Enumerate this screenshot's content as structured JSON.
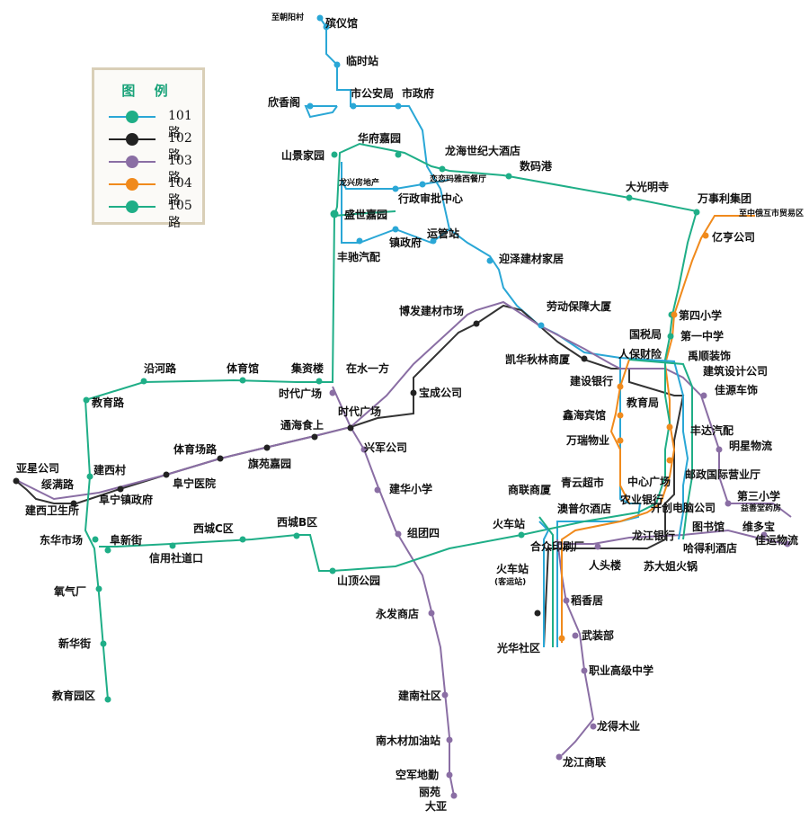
{
  "legend": {
    "title": "图 例",
    "routes": [
      {
        "name": "101路",
        "color": "#2aa7d6",
        "dot": "#1fae87"
      },
      {
        "name": "102路",
        "color": "#222222",
        "dot": "#222222"
      },
      {
        "name": "103路",
        "color": "#8a6ea4",
        "dot": "#8a6ea4"
      },
      {
        "name": "104路",
        "color": "#f08a1c",
        "dot": "#f08a1c"
      },
      {
        "name": "105路",
        "color": "#1fae87",
        "dot": "#1fae87"
      }
    ]
  },
  "labels": {
    "l1": "至朝阳村",
    "l2": "殡仪馆",
    "l3": "临时站",
    "l4": "欣香阁",
    "l5": "市公安局",
    "l6": "市政府",
    "l7": "山景家园",
    "l8": "华府嘉园",
    "l9": "龙海世纪大酒店",
    "l10": "数码港",
    "l11": "恋恋玛雅西餐厅",
    "l12": "龙兴房地产",
    "l13": "行政审批中心",
    "l14": "大光明寺",
    "l15": "万事利集团",
    "l16": "至中俄互市贸易区",
    "l17": "盛世嘉园",
    "l18": "镇政府",
    "l19": "运管站",
    "l20": "丰驰汽配",
    "l21": "亿亨公司",
    "l22": "迎泽建材家居",
    "l23": "劳动保障大厦",
    "l24": "博发建材市场",
    "l25": "第四小学",
    "l26": "国税局",
    "l27": "第一中学",
    "l28": "凯华秋林商厦",
    "l29": "人保财险",
    "l30": "禹顺装饰",
    "l31": "建筑设计公司",
    "l32": "沿河路",
    "l33": "体育馆",
    "l34": "集资楼",
    "l35": "在水一方",
    "l36": "建设银行",
    "l37": "佳源车饰",
    "l38": "教育路",
    "l39": "时代广场",
    "l40": "宝成公司",
    "l41": "教育局",
    "l42": "时代广场",
    "l43": "鑫海宾馆",
    "l44": "丰达汽配",
    "l45": "通海食上",
    "l46": "万瑞物业",
    "l47": "明星物流",
    "l48": "兴军公司",
    "l49": "亚星公司",
    "l50": "体育场路",
    "l51": "旗苑嘉园",
    "l52": "中心广场",
    "l53": "邮政国际营业厅",
    "l54": "绥满路",
    "l55": "建西村",
    "l56": "阜宁医院",
    "l57": "建华小学",
    "l58": "商联商厦",
    "l59": "青云超市",
    "l60": "第三小学",
    "l61": "建西卫生所",
    "l62": "阜宁镇政府",
    "l63": "农业银行",
    "l64": "澳普尔酒店",
    "l65": "开创电脑公司",
    "l66": "益善堂药房",
    "l67": "西城C区",
    "l68": "西城B区",
    "l69": "组团四",
    "l70": "火车站",
    "l71": "图书馆",
    "l72": "维多宝",
    "l73": "东华市场",
    "l74": "阜新街",
    "l75": "龙江银行",
    "l76": "佳运物流",
    "l77": "合众印刷厂",
    "l78": "哈得利酒店",
    "l79": "信用社道口",
    "l80": "人头楼",
    "l81": "火车站",
    "l82": "苏大姐火锅",
    "l83": "(客运站)",
    "l84": "山顶公园",
    "l85": "氧气厂",
    "l86": "稻香居",
    "l87": "永发商店",
    "l88": "新华街",
    "l89": "武装部",
    "l90": "光华社区",
    "l91": "职业高级中学",
    "l92": "教育园区",
    "l93": "建南社区",
    "l94": "龙得木业",
    "l95": "南木材加油站",
    "l96": "龙江商联",
    "l97": "空军地勤",
    "l98": "丽苑",
    "l99": "大亚"
  }
}
